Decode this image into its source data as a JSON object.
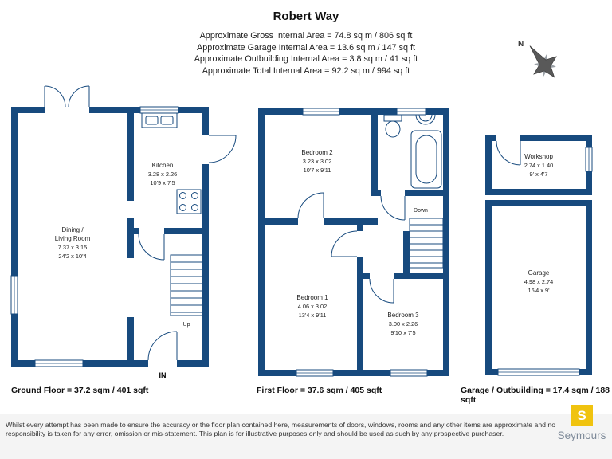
{
  "header": {
    "title": "Robert Way",
    "area_lines": [
      "Approximate Gross Internal Area = 74.8 sq m / 806 sq ft",
      "Approximate Garage Internal Area = 13.6 sq m / 147 sq ft",
      "Approximate Outbuilding Internal Area = 3.8 sq m / 41 sq ft",
      "Approximate Total Internal Area = 92.2 sq m / 994 sq ft"
    ]
  },
  "compass": {
    "north": "N"
  },
  "ground_floor": {
    "label": "Ground Floor = 37.2 sqm / 401 sqft",
    "kitchen": {
      "lines": [
        "Kitchen",
        "3.28 x 2.26",
        "10'9 x 7'5"
      ]
    },
    "dining_living": {
      "lines": [
        "Dining /",
        "Living Room",
        "7.37 x 3.15",
        "24'2 x 10'4"
      ]
    },
    "up": "Up",
    "entrance": "IN"
  },
  "first_floor": {
    "label": "First Floor = 37.6 sqm / 405 sqft",
    "bedroom2": {
      "lines": [
        "Bedroom 2",
        "3.23 x 3.02",
        "10'7 x 9'11"
      ]
    },
    "bedroom1": {
      "lines": [
        "Bedroom 1",
        "4.06 x 3.02",
        "13'4 x 9'11"
      ]
    },
    "bedroom3": {
      "lines": [
        "Bedroom 3",
        "3.00 x 2.26",
        "9'10 x 7'5"
      ]
    },
    "down": "Down"
  },
  "outbuilding": {
    "label": "Garage / Outbuilding = 17.4 sqm / 188 sqft",
    "workshop": {
      "lines": [
        "Workshop",
        "2.74 x 1.40",
        "9' x 4'7"
      ]
    },
    "garage": {
      "lines": [
        "Garage",
        "4.98 x 2.74",
        "16'4 x 9'"
      ]
    }
  },
  "footer": {
    "disclaimer_lines": [
      "Whilst every attempt has been made to ensure the accuracy or the floor plan contained here, measurements of doors, windows, rooms and any other items are approximate and no",
      "responsibility is taken for any error, omission or mis-statement. This plan is for illustrative purposes only and should be used as such by any prospective purchaser."
    ],
    "brand": "Seymours",
    "brand_initial": "S"
  },
  "colors": {
    "wall": "#174a7e",
    "brand_yellow": "#f0c30f",
    "brand_gray": "#7e8a99"
  }
}
